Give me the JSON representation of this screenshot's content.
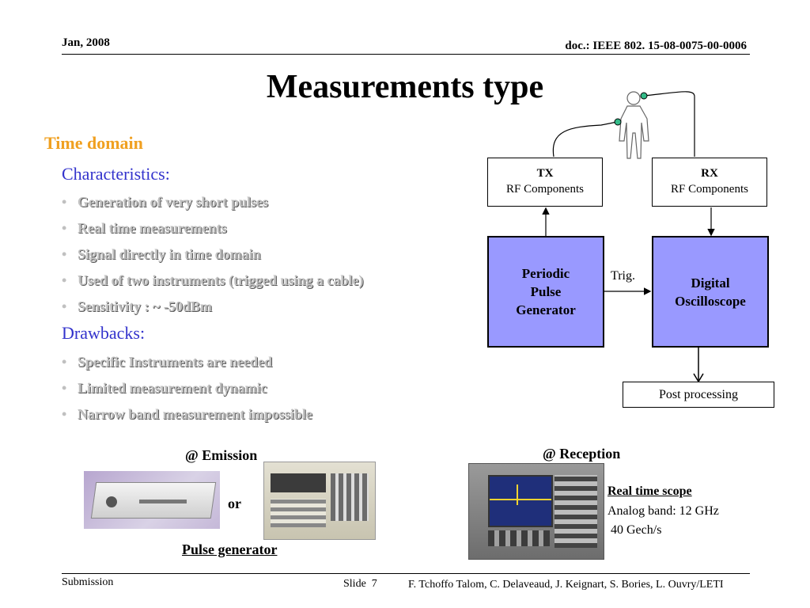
{
  "header": {
    "date": "Jan, 2008",
    "doc": "doc.: IEEE 802. 15-08-0075-00-0006"
  },
  "title": "Measurements type",
  "section": "Time domain",
  "characteristics": {
    "heading": "Characteristics:",
    "items": [
      "Generation of very short pulses",
      "Real time measurements",
      "Signal directly in time domain",
      "Used of two instruments (trigged using a cable)",
      "Sensitivity : ~ -50dBm"
    ]
  },
  "drawbacks": {
    "heading": "Drawbacks:",
    "items": [
      "Specific Instruments are needed",
      "Limited measurement dynamic",
      "Narrow band measurement impossible"
    ]
  },
  "diagram": {
    "tx_title": "TX",
    "tx_sub": "RF Components",
    "rx_title": "RX",
    "rx_sub": "RF Components",
    "generator": "Periodic Pulse Generator",
    "oscilloscope": "Digital Oscilloscope",
    "trig": "Trig.",
    "post": "Post processing",
    "colors": {
      "box_fill": "#9999ff",
      "electrode": "#33bb88"
    }
  },
  "emission": {
    "label": "@ Emission",
    "or": "or",
    "caption": "Pulse generator"
  },
  "reception": {
    "label": "@ Reception",
    "caption": "Real time scope",
    "line1": "Analog band: 12 GHz",
    "line2": " 40 Gech/s"
  },
  "footer": {
    "left": "Submission",
    "slide": "Slide  7",
    "authors": "F. Tchoffo Talom, C. Delaveaud, J. Keignart, S. Bories, L. Ouvry/LETI"
  }
}
